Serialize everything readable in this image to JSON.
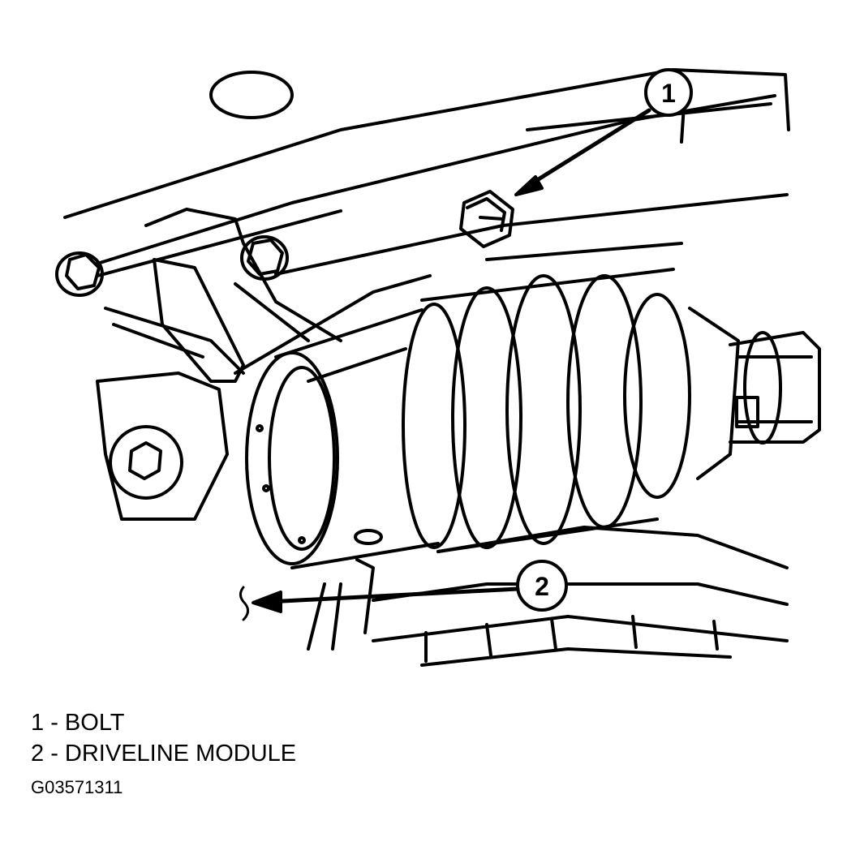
{
  "callouts": [
    {
      "number": "1",
      "label": "BOLT"
    },
    {
      "number": "2",
      "label": "DRIVELINE MODULE"
    }
  ],
  "legend": [
    {
      "number": "1",
      "label": "BOLT"
    },
    {
      "number": "2",
      "label": "DRIVELINE MODULE"
    }
  ],
  "legend_separator": " - ",
  "figure_code": "G03571311"
}
